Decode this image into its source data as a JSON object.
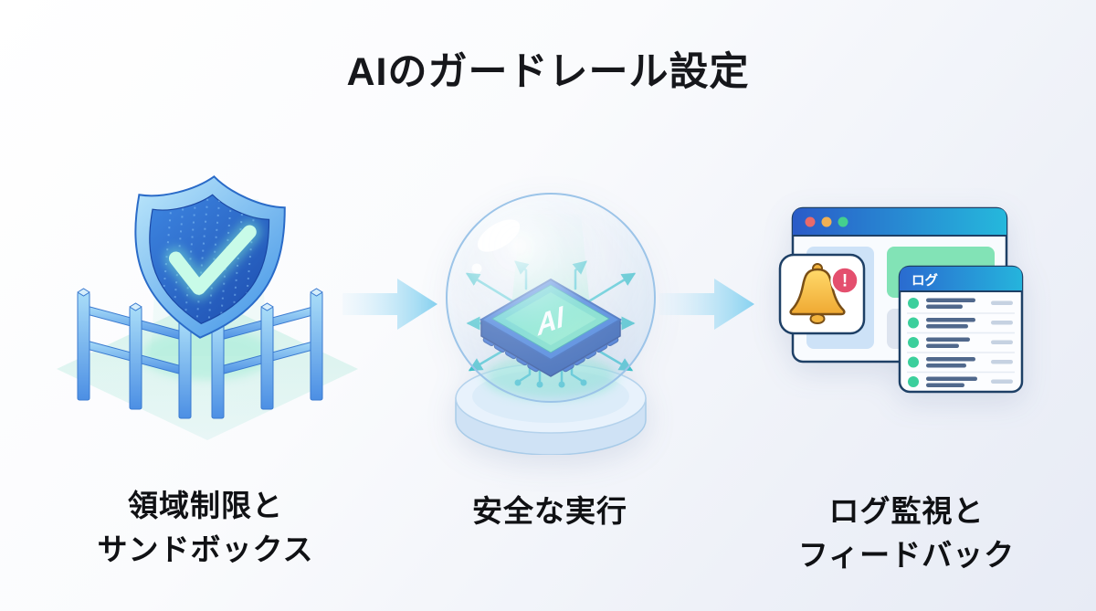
{
  "title": "AIのガードレール設定",
  "steps": [
    {
      "id": "sandbox",
      "label_lines": [
        "領域制限と",
        "サンドボックス"
      ]
    },
    {
      "id": "safe-execution",
      "label_lines": [
        "安全な実行"
      ]
    },
    {
      "id": "log-monitoring",
      "label_lines": [
        "ログ監視と",
        "フィードバック"
      ]
    }
  ],
  "chip": {
    "label": "AI"
  },
  "log_panel": {
    "title": "ログ",
    "row_count": 5
  },
  "alert_badge": {
    "glyph": "!"
  },
  "colors": {
    "header_blue": "#2a5bc8",
    "header_cyan": "#25b8dc",
    "mint_green": "#7fe0b2",
    "arrow_blue": "#8fd6f2",
    "shield_blue": "#2563c4",
    "check_mint": "#c4f7e0",
    "bell_yellow": "#f5b33c",
    "badge_red": "#e44f6e",
    "log_dot_green": "#3bcf9c"
  }
}
